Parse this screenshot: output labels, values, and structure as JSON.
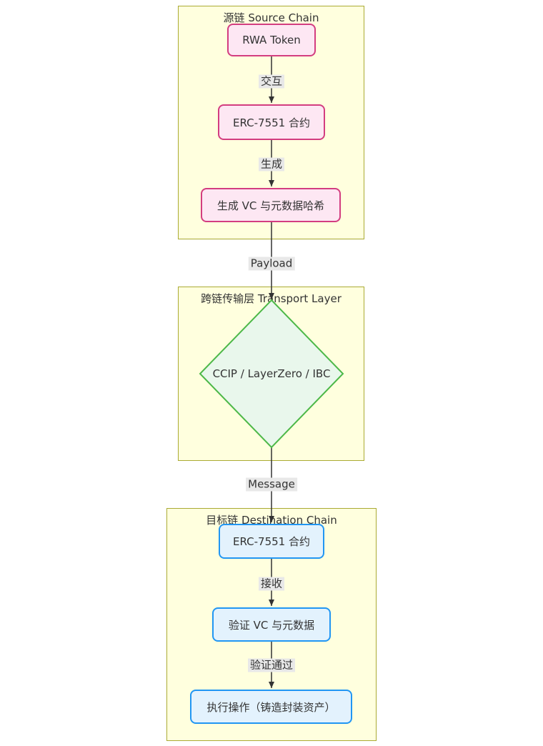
{
  "diagram": {
    "type": "flowchart",
    "direction": "top-down",
    "clusters": {
      "source": {
        "title": "源链 Source Chain"
      },
      "transport": {
        "title": "跨链传输层 Transport Layer"
      },
      "destination": {
        "title": "目标链 Destination Chain"
      }
    },
    "nodes": {
      "rwa_token": {
        "label": "RWA Token",
        "shape": "rounded-rect",
        "style": "pink"
      },
      "erc7551_source": {
        "label": "ERC-7551 合约",
        "shape": "rounded-rect",
        "style": "pink"
      },
      "vc_hash": {
        "label": "生成 VC 与元数据哈希",
        "shape": "rounded-rect",
        "style": "pink"
      },
      "transport_bridge": {
        "label": "CCIP / LayerZero / IBC",
        "shape": "diamond",
        "style": "green"
      },
      "erc7551_dest": {
        "label": "ERC-7551 合约",
        "shape": "rounded-rect",
        "style": "blue"
      },
      "verify_vc": {
        "label": "验证 VC 与元数据",
        "shape": "rounded-rect",
        "style": "blue"
      },
      "execute_action": {
        "label": "执行操作（铸造封装资产）",
        "shape": "rounded-rect",
        "style": "blue"
      }
    },
    "edges": [
      {
        "from": "rwa_token",
        "to": "erc7551_source",
        "label": "交互"
      },
      {
        "from": "erc7551_source",
        "to": "vc_hash",
        "label": "生成"
      },
      {
        "from": "vc_hash",
        "to": "transport_bridge",
        "label": "Payload"
      },
      {
        "from": "transport_bridge",
        "to": "erc7551_dest",
        "label": "Message"
      },
      {
        "from": "erc7551_dest",
        "to": "verify_vc",
        "label": "接收"
      },
      {
        "from": "verify_vc",
        "to": "execute_action",
        "label": "验证通过"
      }
    ],
    "colors": {
      "cluster_fill": "#ffffde",
      "cluster_border": "#aaaa33",
      "pink_node_fill": "#fde7f3",
      "pink_node_border": "#d33d80",
      "blue_node_fill": "#e3f2fd",
      "blue_node_border": "#2196f3",
      "diamond_fill": "#e9f7ec",
      "diamond_border": "#4db848",
      "edge_color": "#333333",
      "edge_label_bg": "#e8e8e8",
      "text_color": "#333333"
    }
  }
}
